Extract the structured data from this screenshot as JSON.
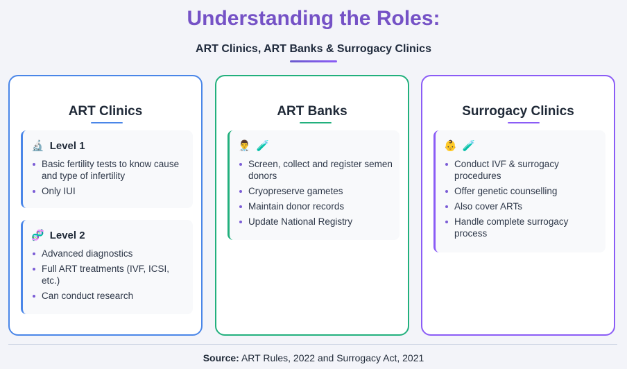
{
  "header": {
    "title": "Understanding the Roles:",
    "subtitle": "ART Clinics, ART Banks & Surrogacy Clinics"
  },
  "colors": {
    "title": "#7552c6",
    "art_clinics": "#4a86e8",
    "art_banks": "#22b07d",
    "surrogacy": "#8b5cf6"
  },
  "cards": [
    {
      "title": "ART Clinics",
      "sections": [
        {
          "icons": [
            "🔬"
          ],
          "icon_names": [
            "microscope-icon"
          ],
          "heading": "Level 1",
          "items": [
            "Basic fertility tests to know cause and type of infertility",
            "Only IUI"
          ]
        },
        {
          "icons": [
            "🧬"
          ],
          "icon_names": [
            "dna-icon"
          ],
          "heading": "Level 2",
          "items": [
            "Advanced diagnostics",
            "Full ART treatments (IVF, ICSI, etc.)",
            "Can conduct research"
          ]
        }
      ]
    },
    {
      "title": "ART Banks",
      "sections": [
        {
          "icons": [
            "👨‍⚕️",
            "🧪"
          ],
          "icon_names": [
            "doctor-icon",
            "test-tube-icon"
          ],
          "heading": "",
          "items": [
            "Screen, collect and register semen donors",
            "Cryopreserve gametes",
            "Maintain donor records",
            "Update National Registry"
          ]
        }
      ]
    },
    {
      "title": "Surrogacy Clinics",
      "sections": [
        {
          "icons": [
            "👶",
            "🧪"
          ],
          "icon_names": [
            "baby-icon",
            "test-tube-icon"
          ],
          "heading": "",
          "items": [
            "Conduct IVF & surrogacy procedures",
            "Offer genetic counselling",
            "Also cover ARTs",
            "Handle complete surrogacy process"
          ]
        }
      ]
    }
  ],
  "footer": {
    "source_label": "Source:",
    "source_text": " ART Rules, 2022 and Surrogacy Act, 2021"
  }
}
